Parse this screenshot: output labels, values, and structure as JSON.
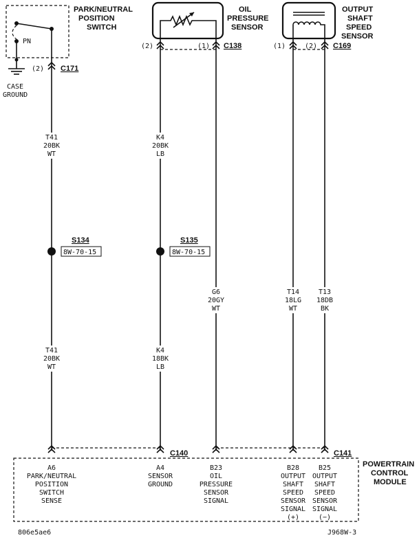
{
  "components": {
    "park_neutral_switch": {
      "title": [
        "PARK/NEUTRAL",
        "POSITION",
        "SWITCH"
      ],
      "pin_label": "PN",
      "ground_label": [
        "CASE",
        "GROUND"
      ]
    },
    "oil_pressure_sensor": {
      "title": [
        "OIL",
        "PRESSURE",
        "SENSOR"
      ]
    },
    "output_shaft_speed_sensor": {
      "title": [
        "OUTPUT",
        "SHAFT",
        "SPEED",
        "SENSOR"
      ]
    },
    "pcm": {
      "title": [
        "POWERTRAIN",
        "CONTROL",
        "MODULE"
      ]
    }
  },
  "connectors": {
    "c171": {
      "name": "C171",
      "pin": "(2)"
    },
    "c138": {
      "name": "C138",
      "pin_left": "(2)",
      "pin_right": "(1)"
    },
    "c169": {
      "name": "C169",
      "pin_left": "(1)",
      "pin_right": "(2)"
    },
    "c140": {
      "name": "C140"
    },
    "c141": {
      "name": "C141"
    }
  },
  "splices": {
    "s134": {
      "name": "S134",
      "ref": "8W-70-15"
    },
    "s135": {
      "name": "S135",
      "ref": "8W-70-15"
    }
  },
  "wires": {
    "w1_upper": [
      "T41",
      "20BK",
      "WT"
    ],
    "w1_lower": [
      "T41",
      "20BK",
      "WT"
    ],
    "w2_upper": [
      "K4",
      "20BK",
      "LB"
    ],
    "w2_lower": [
      "K4",
      "18BK",
      "LB"
    ],
    "w3": [
      "G6",
      "20GY",
      "WT"
    ],
    "w4": [
      "T14",
      "18LG",
      "WT"
    ],
    "w5": [
      "T13",
      "18DB",
      "BK"
    ]
  },
  "pcm_pins": {
    "a6": [
      "A6",
      "PARK/NEUTRAL",
      "POSITION",
      "SWITCH",
      "SENSE"
    ],
    "a4": [
      "A4",
      "SENSOR",
      "GROUND"
    ],
    "b23": [
      "B23",
      "OIL",
      "PRESSURE",
      "SENSOR",
      "SIGNAL"
    ],
    "b28": [
      "B28",
      "OUTPUT",
      "SHAFT",
      "SPEED",
      "SENSOR",
      "SIGNAL",
      "(+)"
    ],
    "b25": [
      "B25",
      "OUTPUT",
      "SHAFT",
      "SPEED",
      "SENSOR",
      "SIGNAL",
      "(−)"
    ]
  },
  "footer": {
    "left_id": "806e5ae6",
    "right_id": "J968W-3"
  },
  "colors": {
    "ink": "#111111",
    "background": "#ffffff"
  }
}
